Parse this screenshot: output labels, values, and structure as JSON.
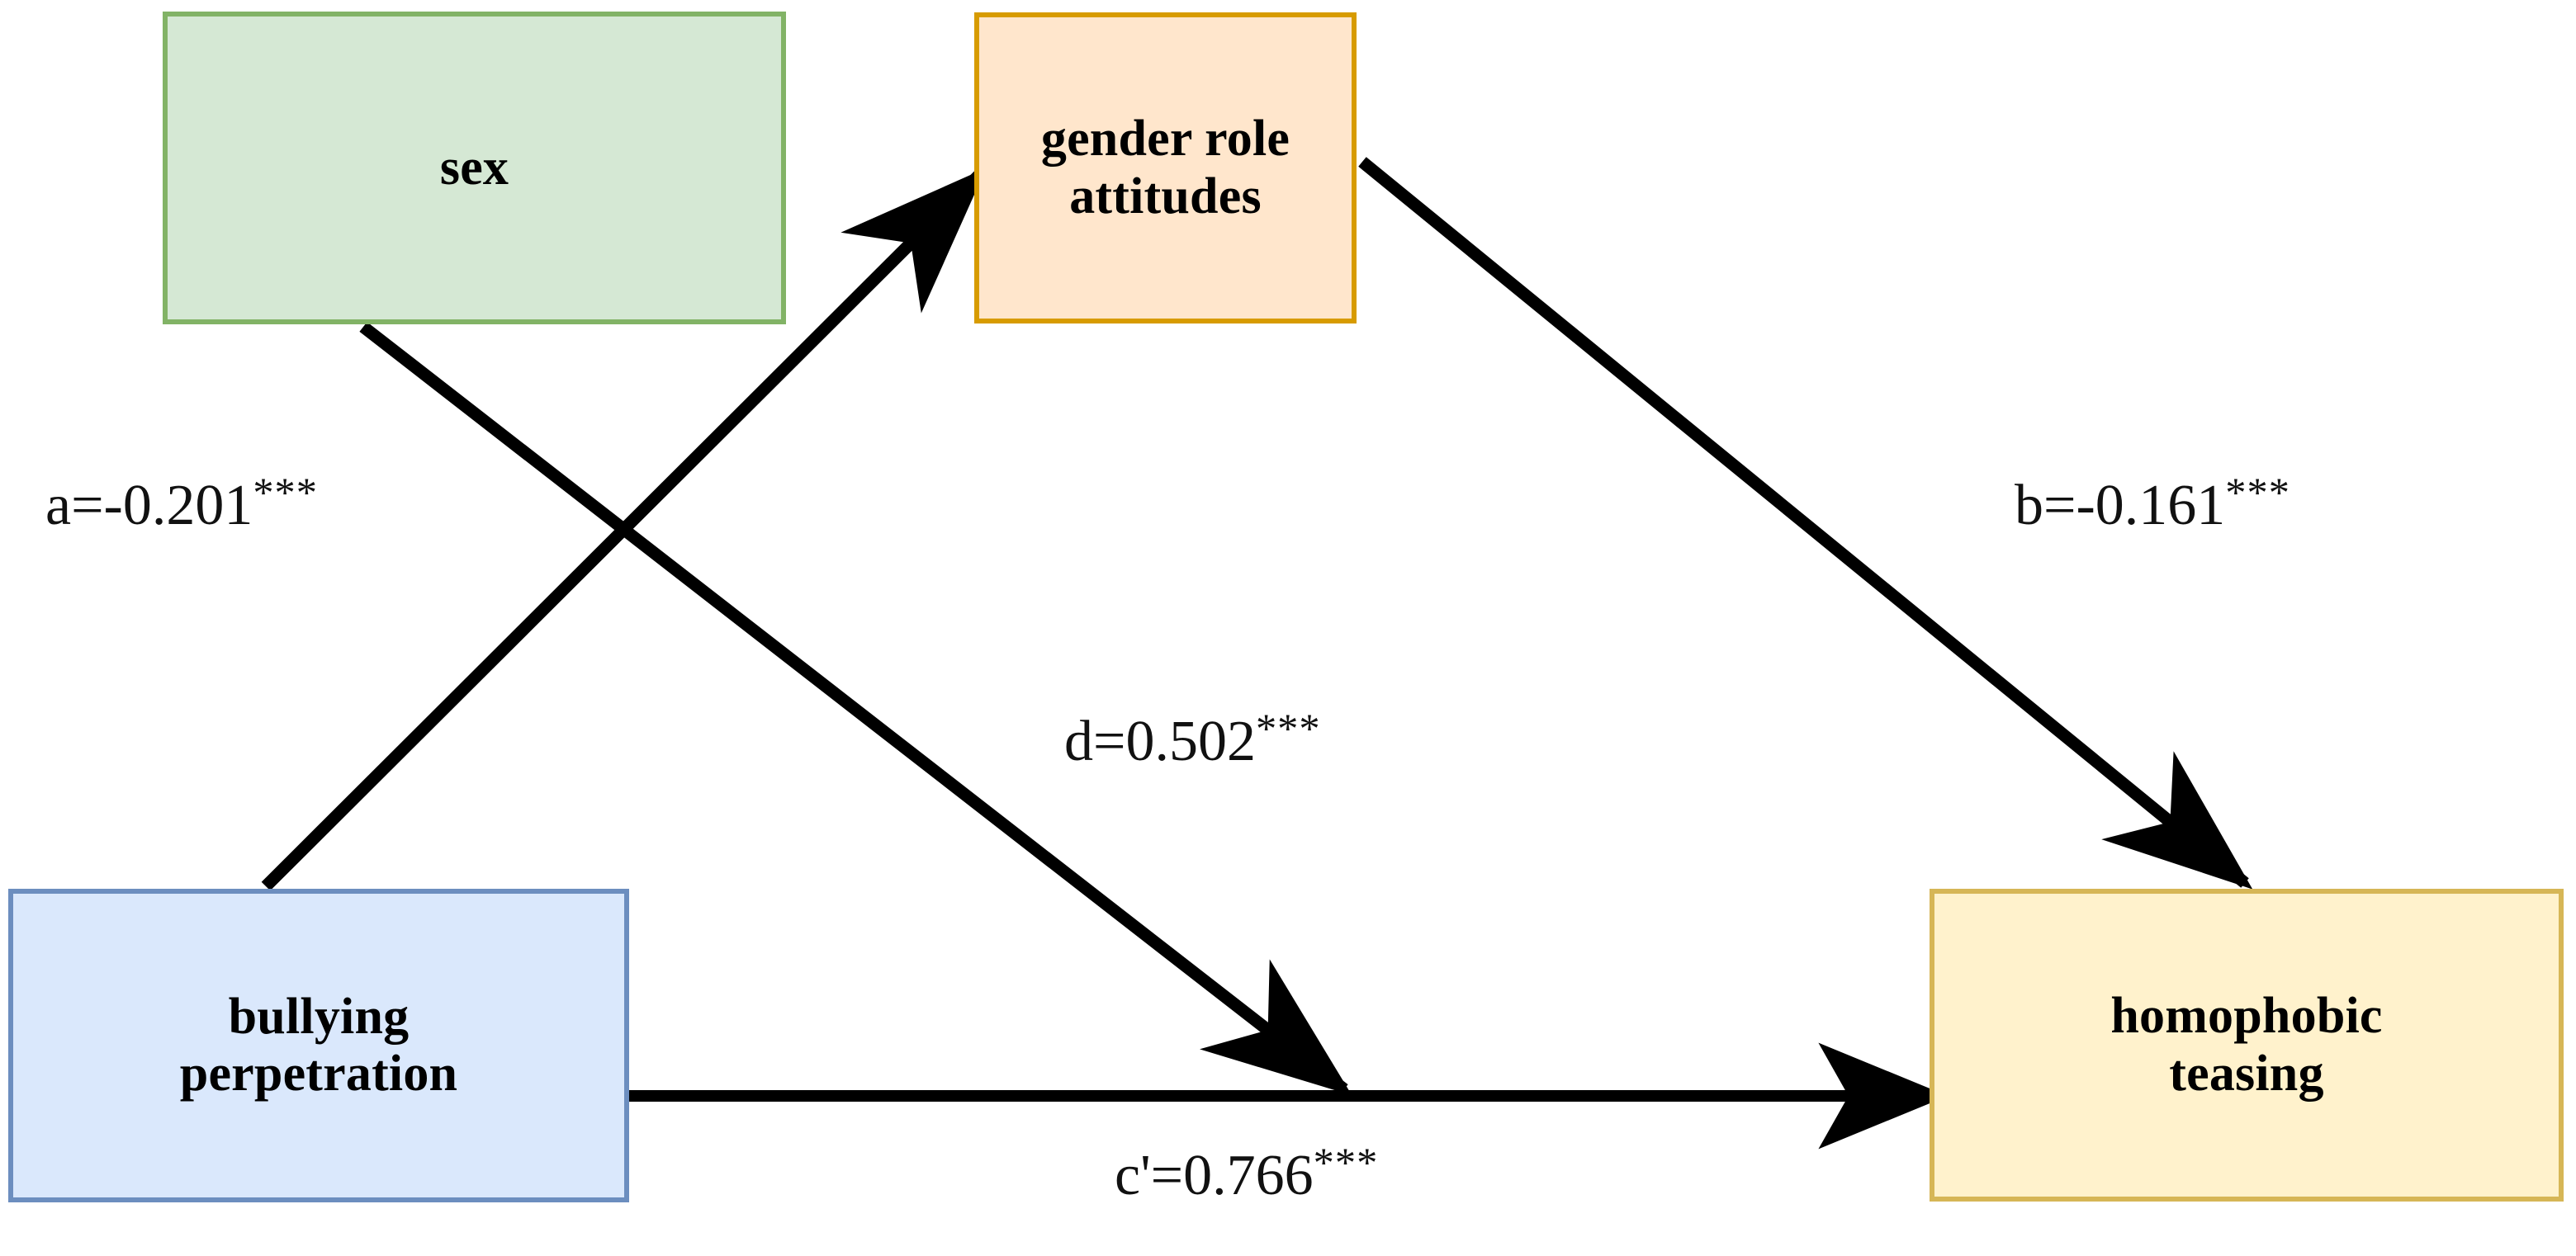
{
  "diagram": {
    "type": "mediation-path-diagram",
    "background_color": "#ffffff",
    "significance_note": "***",
    "nodes": [
      {
        "id": "sex",
        "label": "sex",
        "fill": "#d5e8d4",
        "stroke": "#82b366"
      },
      {
        "id": "gender_role_attitudes",
        "label": "gender role\nattitudes",
        "fill": "#ffe6cc",
        "stroke": "#d79b00"
      },
      {
        "id": "bullying_perpetration",
        "label": "bullying\nperpetration",
        "fill": "#dae8fc",
        "stroke": "#6c8ebf"
      },
      {
        "id": "homophobic_teasing",
        "label": "homophobic\nteasing",
        "fill": "#fff2cc",
        "stroke": "#d6b656"
      }
    ],
    "edges": [
      {
        "id": "a",
        "coefficient_label": "a=-0.201",
        "stars": "***",
        "path_letter": "a",
        "value": -0.201,
        "from": "bullying_perpetration",
        "to": "gender_role_attitudes"
      },
      {
        "id": "b",
        "coefficient_label": "b=-0.161",
        "stars": "***",
        "path_letter": "b",
        "value": -0.161,
        "from": "gender_role_attitudes",
        "to": "homophobic_teasing"
      },
      {
        "id": "d",
        "coefficient_label": "d=0.502",
        "stars": "***",
        "path_letter": "d",
        "value": 0.502,
        "from": "sex",
        "to": "homophobic_teasing"
      },
      {
        "id": "c_prime",
        "coefficient_label": "c'=0.766",
        "stars": "***",
        "path_letter": "c'",
        "value": 0.766,
        "from": "bullying_perpetration",
        "to": "homophobic_teasing"
      }
    ]
  }
}
